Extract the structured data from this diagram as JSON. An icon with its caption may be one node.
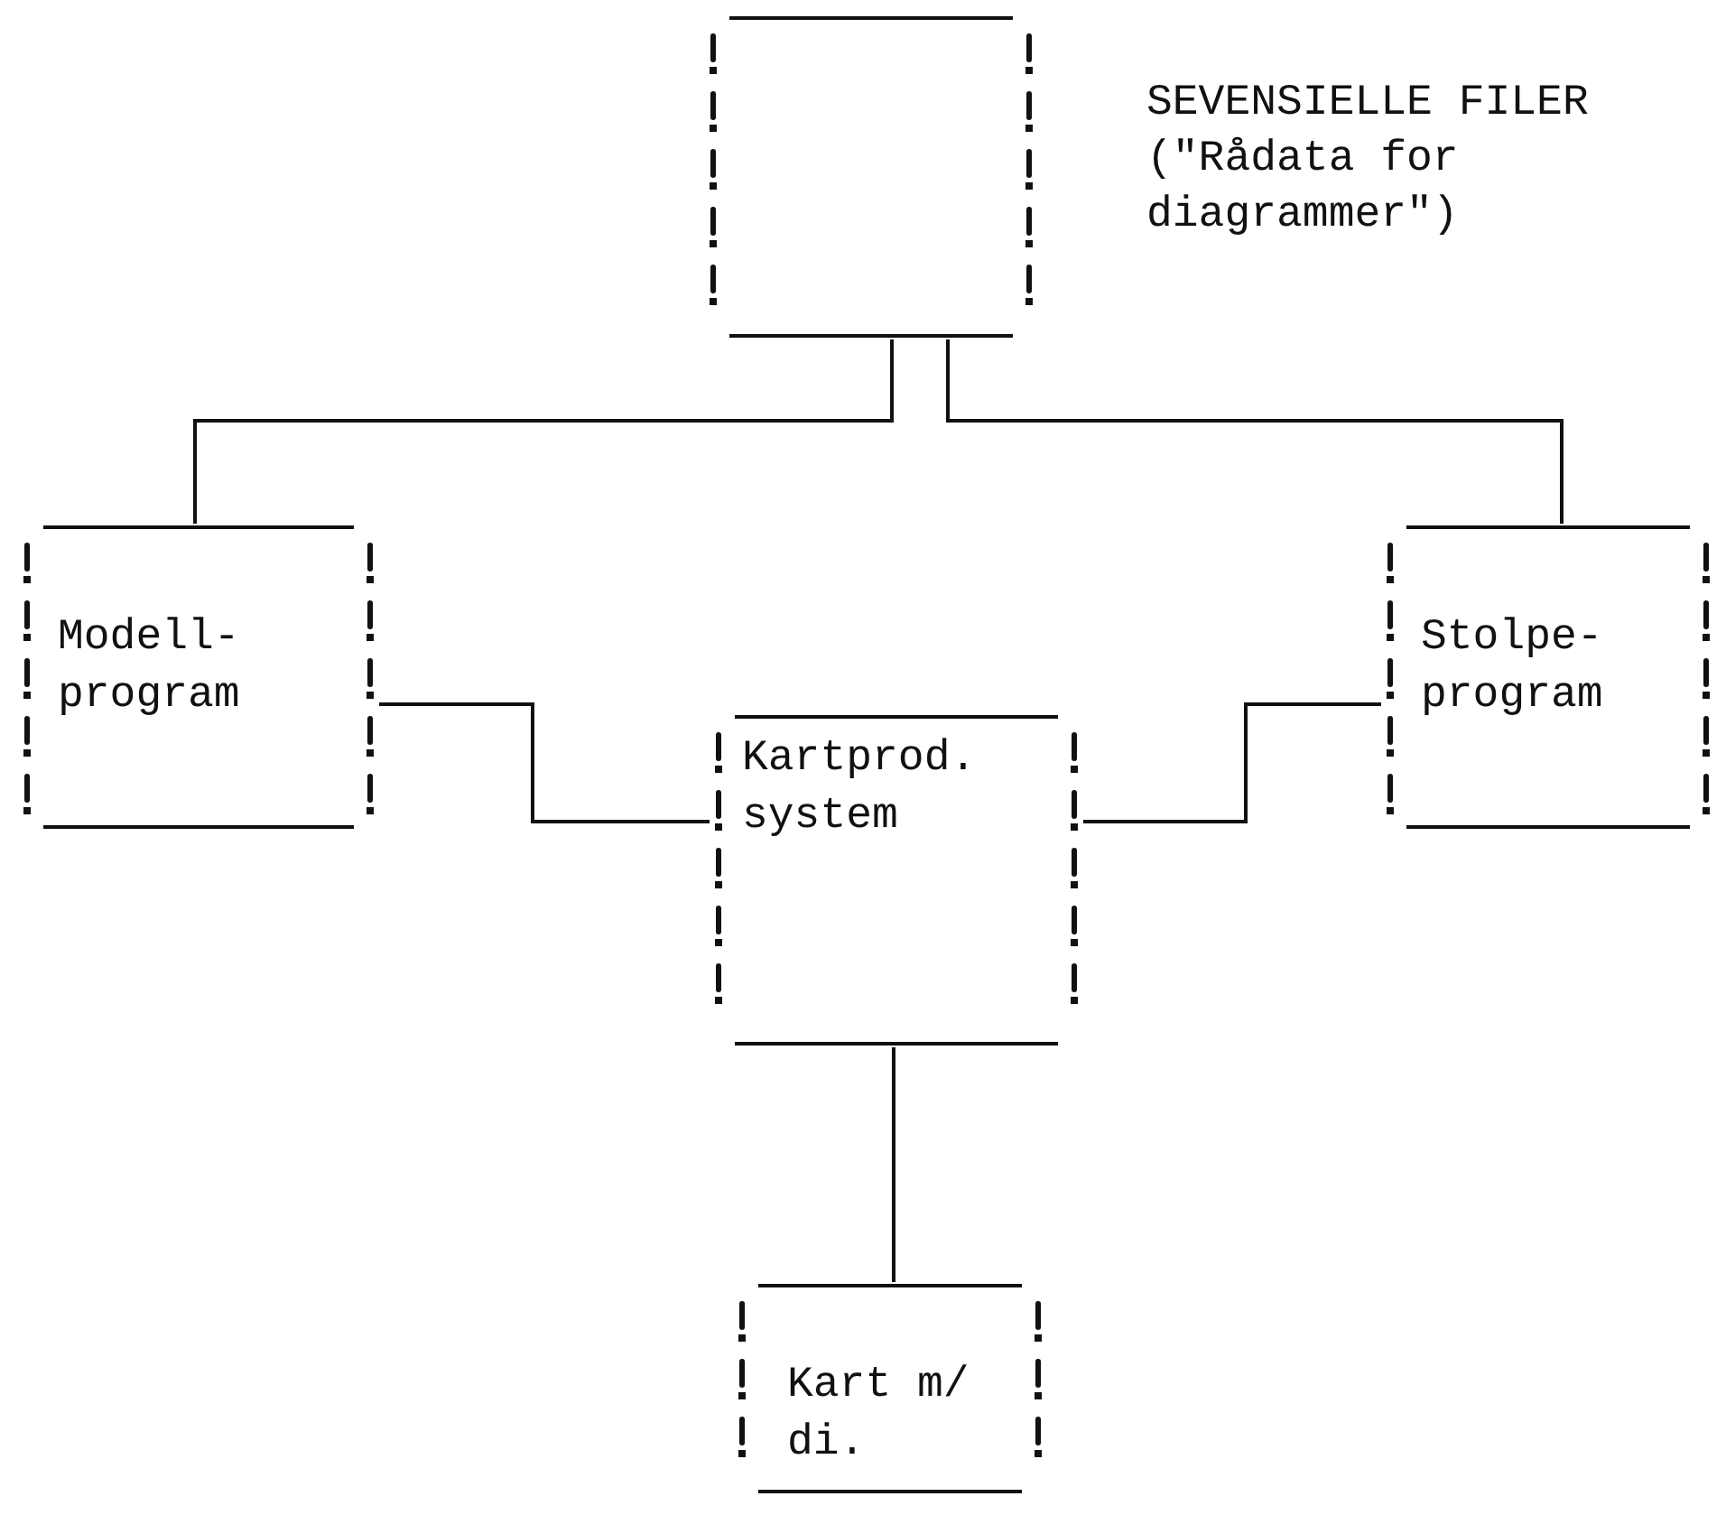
{
  "diagram": {
    "nodes": [
      {
        "text": [],
        "shape": "box",
        "beside": [
          "SEVENSIELLE FILER (\"Rådata for diagrammer\")"
        ]
      },
      {
        "text": [
          "Modell- program"
        ]
      },
      {
        "text": [
          "Stolpe- program"
        ]
      },
      {
        "text": [
          "Kartprod. system"
        ]
      },
      {
        "text": [
          "Kart m/ di."
        ]
      }
    ],
    "edges": [
      {
        "from": 0,
        "to": 1,
        "arrow": "none"
      },
      {
        "from": 0,
        "to": 2,
        "arrow": "none"
      },
      {
        "from": 1,
        "to": 3,
        "arrow": "none"
      },
      {
        "from": 2,
        "to": 3,
        "arrow": "none"
      },
      {
        "from": 3,
        "to": 4,
        "arrow": "none"
      }
    ]
  }
}
